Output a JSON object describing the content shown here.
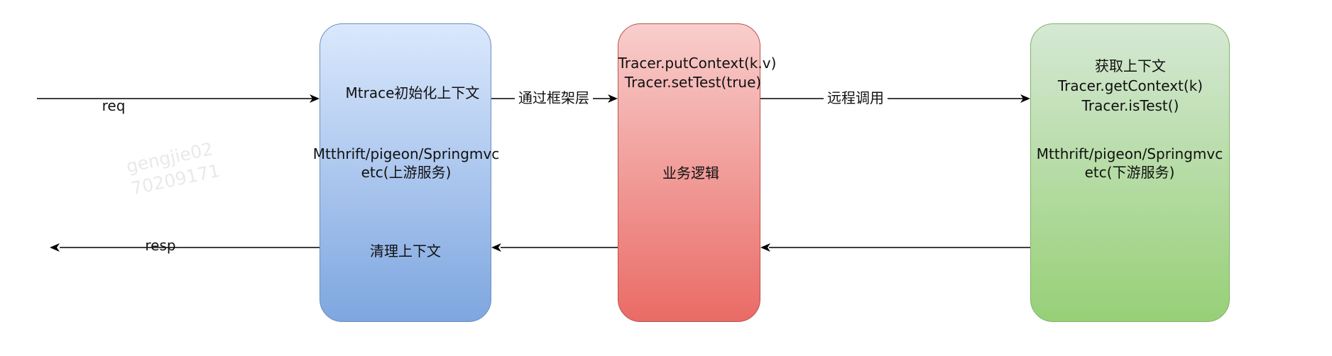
{
  "watermark": [
    "gengjie02",
    "70209171"
  ],
  "edges": {
    "req": "req",
    "resp": "resp",
    "via_framework": "通过框架层",
    "remote_call": "远程调用"
  },
  "upstream": {
    "init": "Mtrace初始化上下文",
    "service_line1": "Mtthrift/pigeon/Springmvc",
    "service_line2": "etc(上游服务)",
    "cleanup": "清理上下文"
  },
  "business": {
    "put_context": "Tracer.putContext(k.v)",
    "set_test": "Tracer.setTest(true)",
    "logic": "业务逻辑"
  },
  "downstream": {
    "get_label": "获取上下文",
    "get_context": "Tracer.getContext(k)",
    "is_test": "Tracer.isTest()",
    "service_line1": "Mtthrift/pigeon/Springmvc",
    "service_line2": "etc(下游服务)"
  },
  "colors": {
    "upstream_fill": "#dae8fc",
    "business_fill": "#f8cecc",
    "downstream_fill": "#d5e8d4",
    "arrow": "#000000"
  }
}
